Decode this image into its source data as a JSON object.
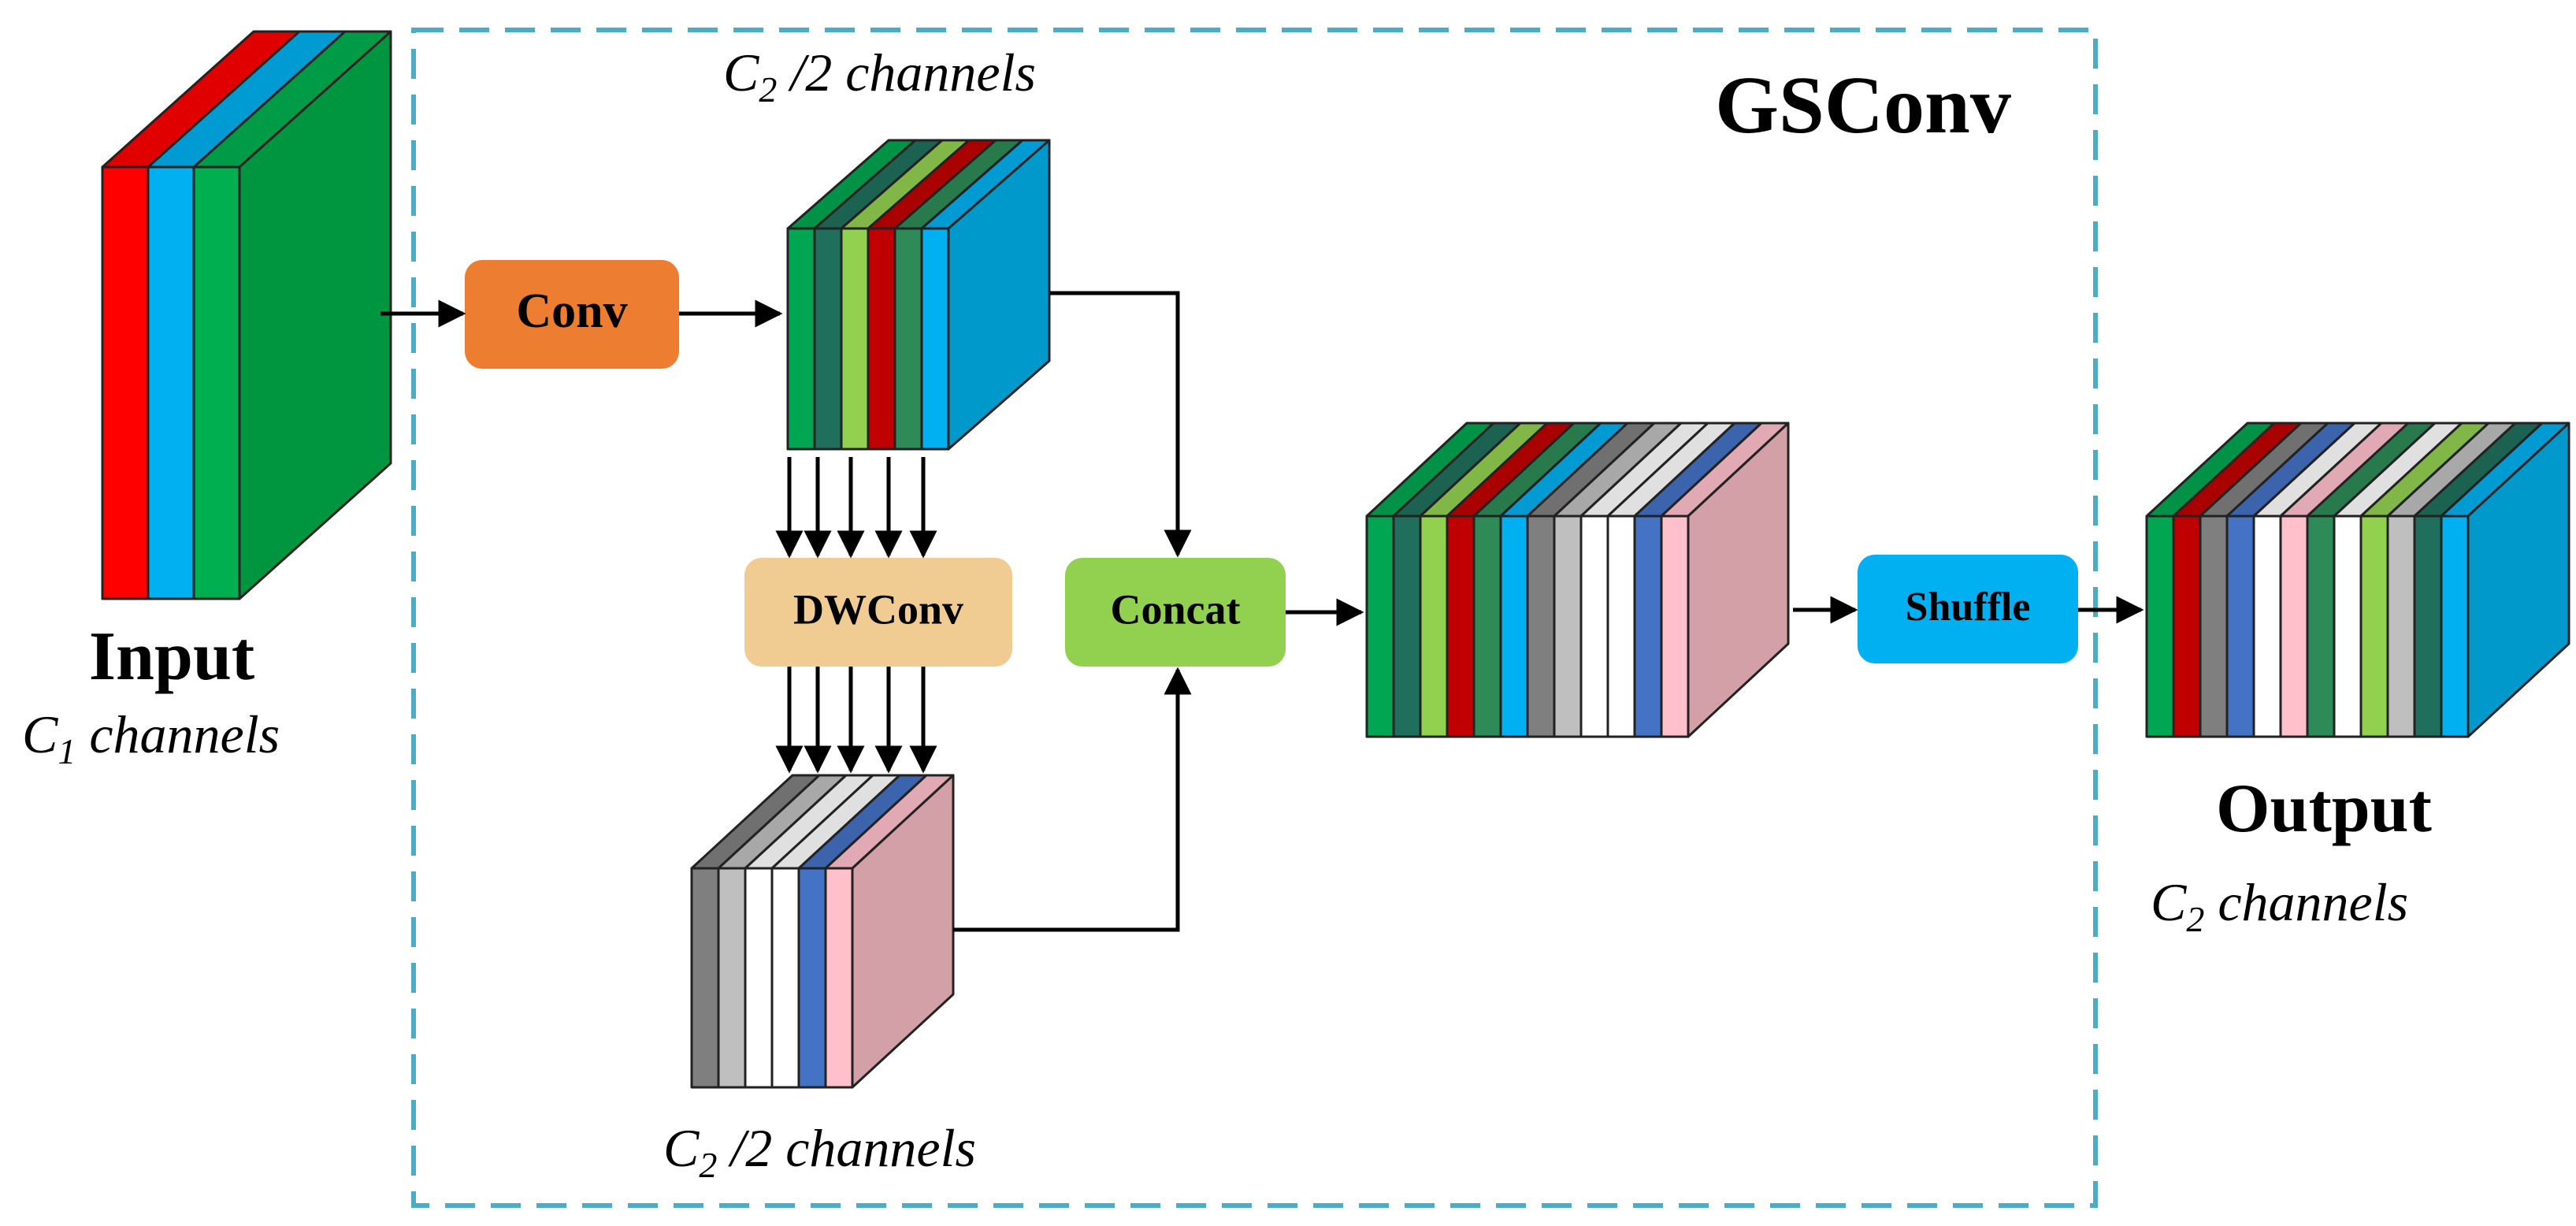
{
  "title": "GSConv",
  "input": {
    "label": "Input",
    "channels": {
      "base": "C",
      "sub": "1",
      "text": " channels"
    }
  },
  "output": {
    "label": "Output",
    "channels": {
      "base": "C",
      "sub": "2",
      "text": " channels"
    }
  },
  "half_top": {
    "base": "C",
    "sub": "2",
    "text": " /2 channels"
  },
  "half_bottom": {
    "base": "C",
    "sub": "2",
    "text": " /2 channels"
  },
  "ops": {
    "conv": {
      "label": "Conv",
      "color": "#ED7D31"
    },
    "dwconv": {
      "label": "DWConv",
      "color": "#F0CC92"
    },
    "concat": {
      "label": "Concat",
      "color": "#92D050"
    },
    "shuffle": {
      "label": "Shuffle",
      "color": "#00B0F0"
    }
  },
  "frame_color": "#4BACC6",
  "tensors": {
    "input": {
      "stripes": [
        "#FF0000",
        "#00B0F0",
        "#00B050"
      ],
      "side": "#00963F"
    },
    "conv_out": {
      "stripes": [
        "#00A651",
        "#1F6F5C",
        "#92D050",
        "#C00000",
        "#2E8B57",
        "#00B0F0"
      ],
      "side": "#0099CC"
    },
    "dw_out": {
      "stripes": [
        "#7F7F7F",
        "#BFBFBF",
        "#FFFFFF",
        "#FFFFFF",
        "#4472C4",
        "#FFC0CB"
      ],
      "side": "#D4A0A8"
    },
    "concat_out": {
      "stripes": [
        "#00A651",
        "#1F6F5C",
        "#92D050",
        "#C00000",
        "#2E8B57",
        "#00B0F0",
        "#7F7F7F",
        "#BFBFBF",
        "#FFFFFF",
        "#FFFFFF",
        "#4472C4",
        "#FFC0CB"
      ],
      "side": "#D4A0A8"
    },
    "output": {
      "stripes": [
        "#00A651",
        "#C00000",
        "#7F7F7F",
        "#4472C4",
        "#FFFFFF",
        "#FFC0CB",
        "#2E8B57",
        "#FFFFFF",
        "#92D050",
        "#BFBFBF",
        "#1F6F5C",
        "#00B0F0"
      ],
      "side": "#0099CC"
    }
  }
}
